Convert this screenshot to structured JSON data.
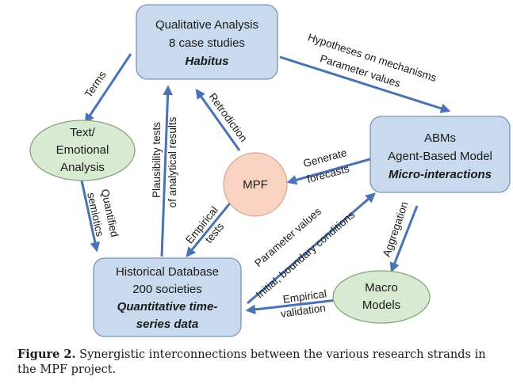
{
  "nodes": {
    "qualitative": {
      "line1": "Qualitative Analysis",
      "line2": "8 case studies",
      "line3": "Habitus"
    },
    "abms": {
      "line1": "ABMs",
      "line2": "Agent-Based Model",
      "line3": "Micro-interactions"
    },
    "text": {
      "line1": "Text/",
      "line2": "Emotional",
      "line3": "Analysis"
    },
    "mpf": {
      "label": "MPF"
    },
    "historical": {
      "line1": "Historical Database",
      "line2": "200 societies",
      "line3": "Quantitative time-",
      "line4": "series data"
    },
    "macro": {
      "line1": "Macro",
      "line2": "Models"
    }
  },
  "edges": {
    "terms": "Terms",
    "hypotheses_1": "Hypotheses on mechanisms",
    "hypotheses_2": "Parameter values",
    "retrodiction": "Retrodiction",
    "plausibility_1": "Plausibility tests",
    "plausibility_2": "of analytical results",
    "generate_1": "Generate",
    "generate_2": "forecasts",
    "quantified_1": "Quantified",
    "quantified_2": "semiotics",
    "empirical_tests_1": "Empirical",
    "empirical_tests_2": "tests",
    "param_1": "Parameter values",
    "param_2": "Initial, boundary conditions",
    "aggregation": "Aggregation",
    "validation_1": "Empirical",
    "validation_2": "validation"
  },
  "caption": {
    "label": "Figure 2.",
    "text": " Synergistic interconnections between the various research strands in the MPF project."
  },
  "colors": {
    "box_fill": "#c9d9ee",
    "box_stroke": "#7a93b8",
    "ellipse_fill": "#d9ead3",
    "ellipse_stroke": "#86a37a",
    "mpf_fill": "#f8d3c2",
    "mpf_stroke": "#d9a993",
    "arrow": "#4a72b5"
  }
}
